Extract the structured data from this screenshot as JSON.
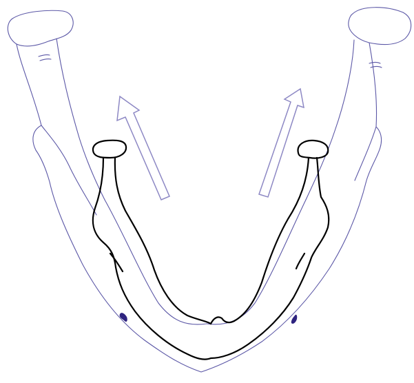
{
  "figure": {
    "colors": {
      "outer_outline": "#5b57a6",
      "inner_outline": "#000000",
      "arrow_outline": "#8d88c4",
      "foramen_fill": "#2e237f",
      "background": "#ffffff"
    },
    "arrows": [
      {
        "side": "left",
        "direction": "up-left"
      },
      {
        "side": "right",
        "direction": "up-right"
      }
    ]
  }
}
